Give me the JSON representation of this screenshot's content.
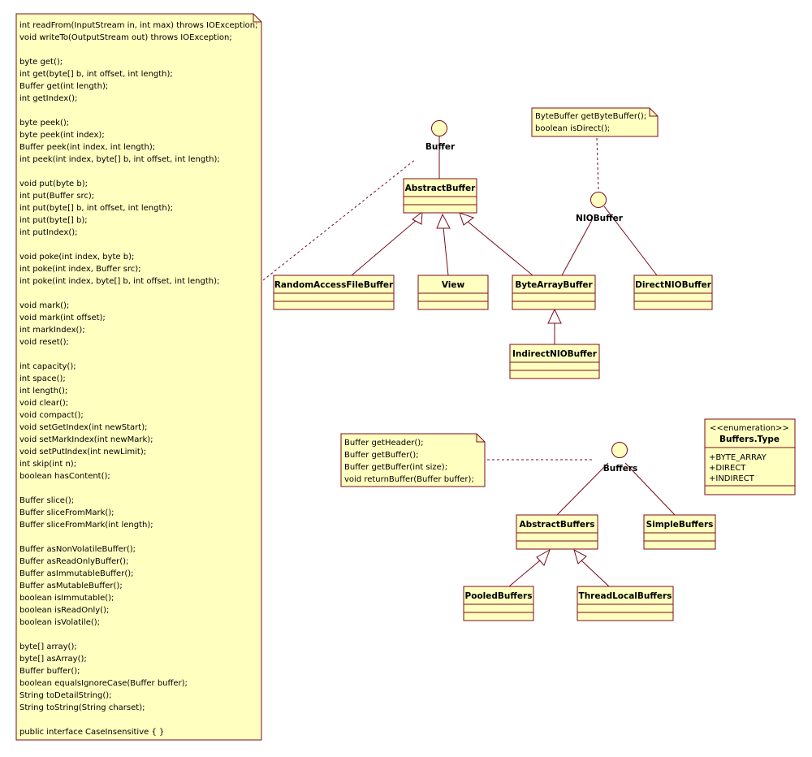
{
  "colors": {
    "fill": "#ffffc0",
    "stroke": "#7b0b1b",
    "background": "#ffffff"
  },
  "main_note": {
    "lines": [
      "int readFrom(InputStream in, int max) throws IOException;",
      "void writeTo(OutputStream out) throws IOException;",
      "",
      "byte get();",
      "int get(byte[] b, int offset, int length);",
      "Buffer get(int length);",
      "int getIndex();",
      "",
      "byte peek();",
      "byte peek(int index);",
      "Buffer peek(int index, int length);",
      "int peek(int index, byte[] b, int offset, int length);",
      "",
      "void put(byte b);",
      "int put(Buffer src);",
      "int put(byte[] b, int offset, int length);",
      "int put(byte[] b);",
      "int putIndex();",
      "",
      "void poke(int index, byte b);",
      "int poke(int index, Buffer src);",
      "int poke(int index, byte[] b, int offset, int length);",
      "",
      "void mark();",
      "void mark(int offset);",
      "int markIndex();",
      "void reset();",
      "",
      "int capacity();",
      "int space();",
      "int length();",
      "void clear();",
      "void compact();",
      "void setGetIndex(int newStart);",
      "void setMarkIndex(int newMark);",
      "void setPutIndex(int newLimit);",
      "int skip(int n);",
      "boolean hasContent();",
      "",
      "Buffer slice();",
      "Buffer sliceFromMark();",
      "Buffer sliceFromMark(int length);",
      "",
      "Buffer asNonVolatileBuffer();",
      "Buffer asReadOnlyBuffer();",
      "Buffer asImmutableBuffer();",
      "Buffer asMutableBuffer();",
      "boolean isImmutable();",
      "boolean isReadOnly();",
      "boolean isVolatile();",
      "",
      "byte[] array();",
      "byte[] asArray();",
      "Buffer buffer();",
      "boolean equalsIgnoreCase(Buffer buffer);",
      "String toDetailString();",
      "String toString(String charset);",
      "",
      "public interface CaseInsensitive { }"
    ]
  },
  "nio_note": {
    "lines": [
      "ByteBuffer getByteBuffer();",
      "boolean isDirect();"
    ]
  },
  "buffers_note": {
    "lines": [
      "Buffer getHeader();",
      "Buffer getBuffer();",
      "Buffer getBuffer(int size);",
      "void returnBuffer(Buffer buffer);"
    ]
  },
  "interfaces": {
    "buffer": "Buffer",
    "nio_buffer": "NIOBuffer",
    "buffers": "Buffers"
  },
  "classes": {
    "abstract_buffer": "AbstractBuffer",
    "random_access_file_buffer": "RandomAccessFileBuffer",
    "view": "View",
    "byte_array_buffer": "ByteArrayBuffer",
    "direct_nio_buffer": "DirectNIOBuffer",
    "indirect_nio_buffer": "IndirectNIOBuffer",
    "abstract_buffers": "AbstractBuffers",
    "simple_buffers": "SimpleBuffers",
    "pooled_buffers": "PooledBuffers",
    "thread_local_buffers": "ThreadLocalBuffers"
  },
  "enumeration": {
    "stereotype": "<<enumeration>>",
    "name": "Buffers.Type",
    "literals": [
      "+BYTE_ARRAY",
      "+DIRECT",
      "+INDIRECT"
    ]
  }
}
